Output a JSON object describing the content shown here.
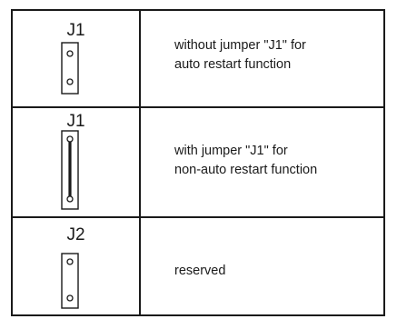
{
  "rows": [
    {
      "jumper": "J1",
      "state": "open",
      "description": [
        "without jumper \"J1\" for",
        "auto restart  function"
      ]
    },
    {
      "jumper": "J1",
      "state": "closed",
      "description": [
        "with jumper \"J1\" for",
        "non-auto restart function"
      ]
    },
    {
      "jumper": "J2",
      "state": "open",
      "description": [
        "reserved"
      ]
    }
  ],
  "colors": {
    "line": "#1a1a1a",
    "background": "#ffffff"
  }
}
